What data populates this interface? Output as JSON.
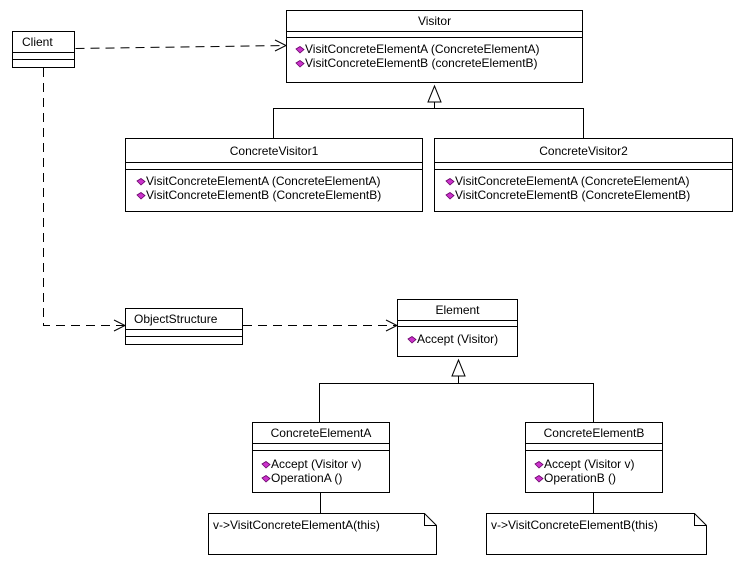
{
  "diagram": {
    "classes": {
      "visitor": {
        "name": "Visitor",
        "operations": [
          "VisitConcreteElementA (ConcreteElementA)",
          "VisitConcreteElementB (concreteElementB)"
        ]
      },
      "client": {
        "name": "Client",
        "operations": []
      },
      "concrete_visitor_1": {
        "name": "ConcreteVisitor1",
        "operations": [
          "VisitConcreteElementA (ConcreteElementA)",
          "VisitConcreteElementB (ConcreteElementB)"
        ]
      },
      "concrete_visitor_2": {
        "name": "ConcreteVisitor2",
        "operations": [
          "VisitConcreteElementA (ConcreteElementA)",
          "VisitConcreteElementB (ConcreteElementB)"
        ]
      },
      "object_structure": {
        "name": "ObjectStructure",
        "operations": []
      },
      "element": {
        "name": "Element",
        "operations": [
          "Accept (Visitor)"
        ]
      },
      "concrete_element_a": {
        "name": "ConcreteElementA",
        "operations": [
          "Accept (Visitor v)",
          "OperationA ()"
        ]
      },
      "concrete_element_b": {
        "name": "ConcreteElementB",
        "operations": [
          "Accept (Visitor v)",
          "OperationB ()"
        ]
      }
    },
    "notes": {
      "note_a": "v->VisitConcreteElementA(this)",
      "note_b": "v->VisitConcreteElementB(this)"
    },
    "relations": [
      {
        "from": "Client",
        "to": "Visitor",
        "kind": "dependency"
      },
      {
        "from": "Client",
        "to": "ObjectStructure",
        "kind": "dependency"
      },
      {
        "from": "ObjectStructure",
        "to": "Element",
        "kind": "dependency"
      },
      {
        "from": "ConcreteVisitor1",
        "to": "Visitor",
        "kind": "generalization"
      },
      {
        "from": "ConcreteVisitor2",
        "to": "Visitor",
        "kind": "generalization"
      },
      {
        "from": "ConcreteElementA",
        "to": "Element",
        "kind": "generalization"
      },
      {
        "from": "ConcreteElementB",
        "to": "Element",
        "kind": "generalization"
      }
    ],
    "colors": {
      "line": "#000000",
      "operation_icon": "#cc33cc",
      "operation_icon_edge": "#660066"
    },
    "icons": {
      "operation": "public-operation-icon"
    }
  }
}
